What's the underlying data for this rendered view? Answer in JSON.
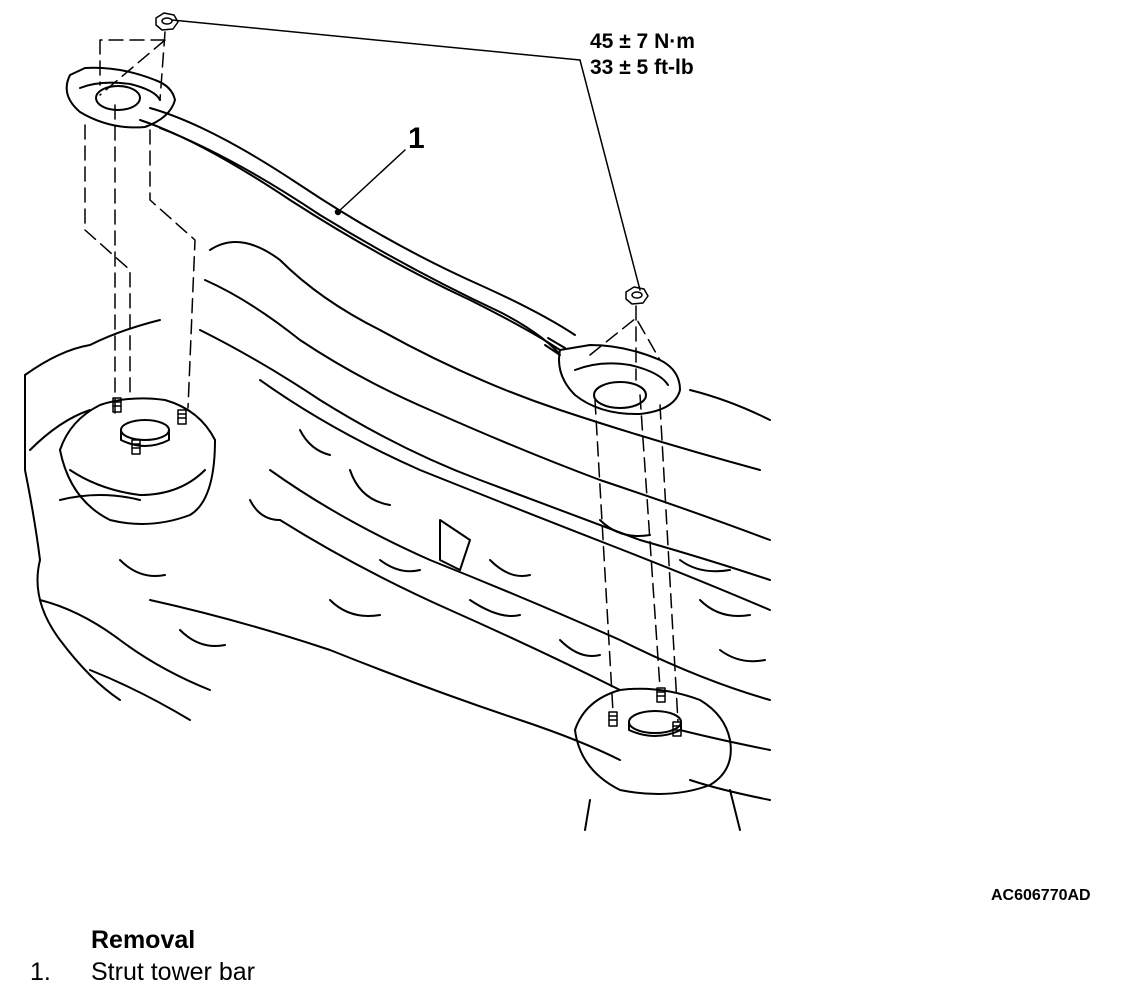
{
  "torque": {
    "metric": "45 ± 7 N·m",
    "imperial": "33 ± 5 ft-lb"
  },
  "callouts": [
    {
      "number": "1"
    }
  ],
  "figure_id": "AC606770AD",
  "legend": {
    "heading": "Removal",
    "items": [
      {
        "number": "1.",
        "text": "Strut tower bar"
      }
    ]
  }
}
